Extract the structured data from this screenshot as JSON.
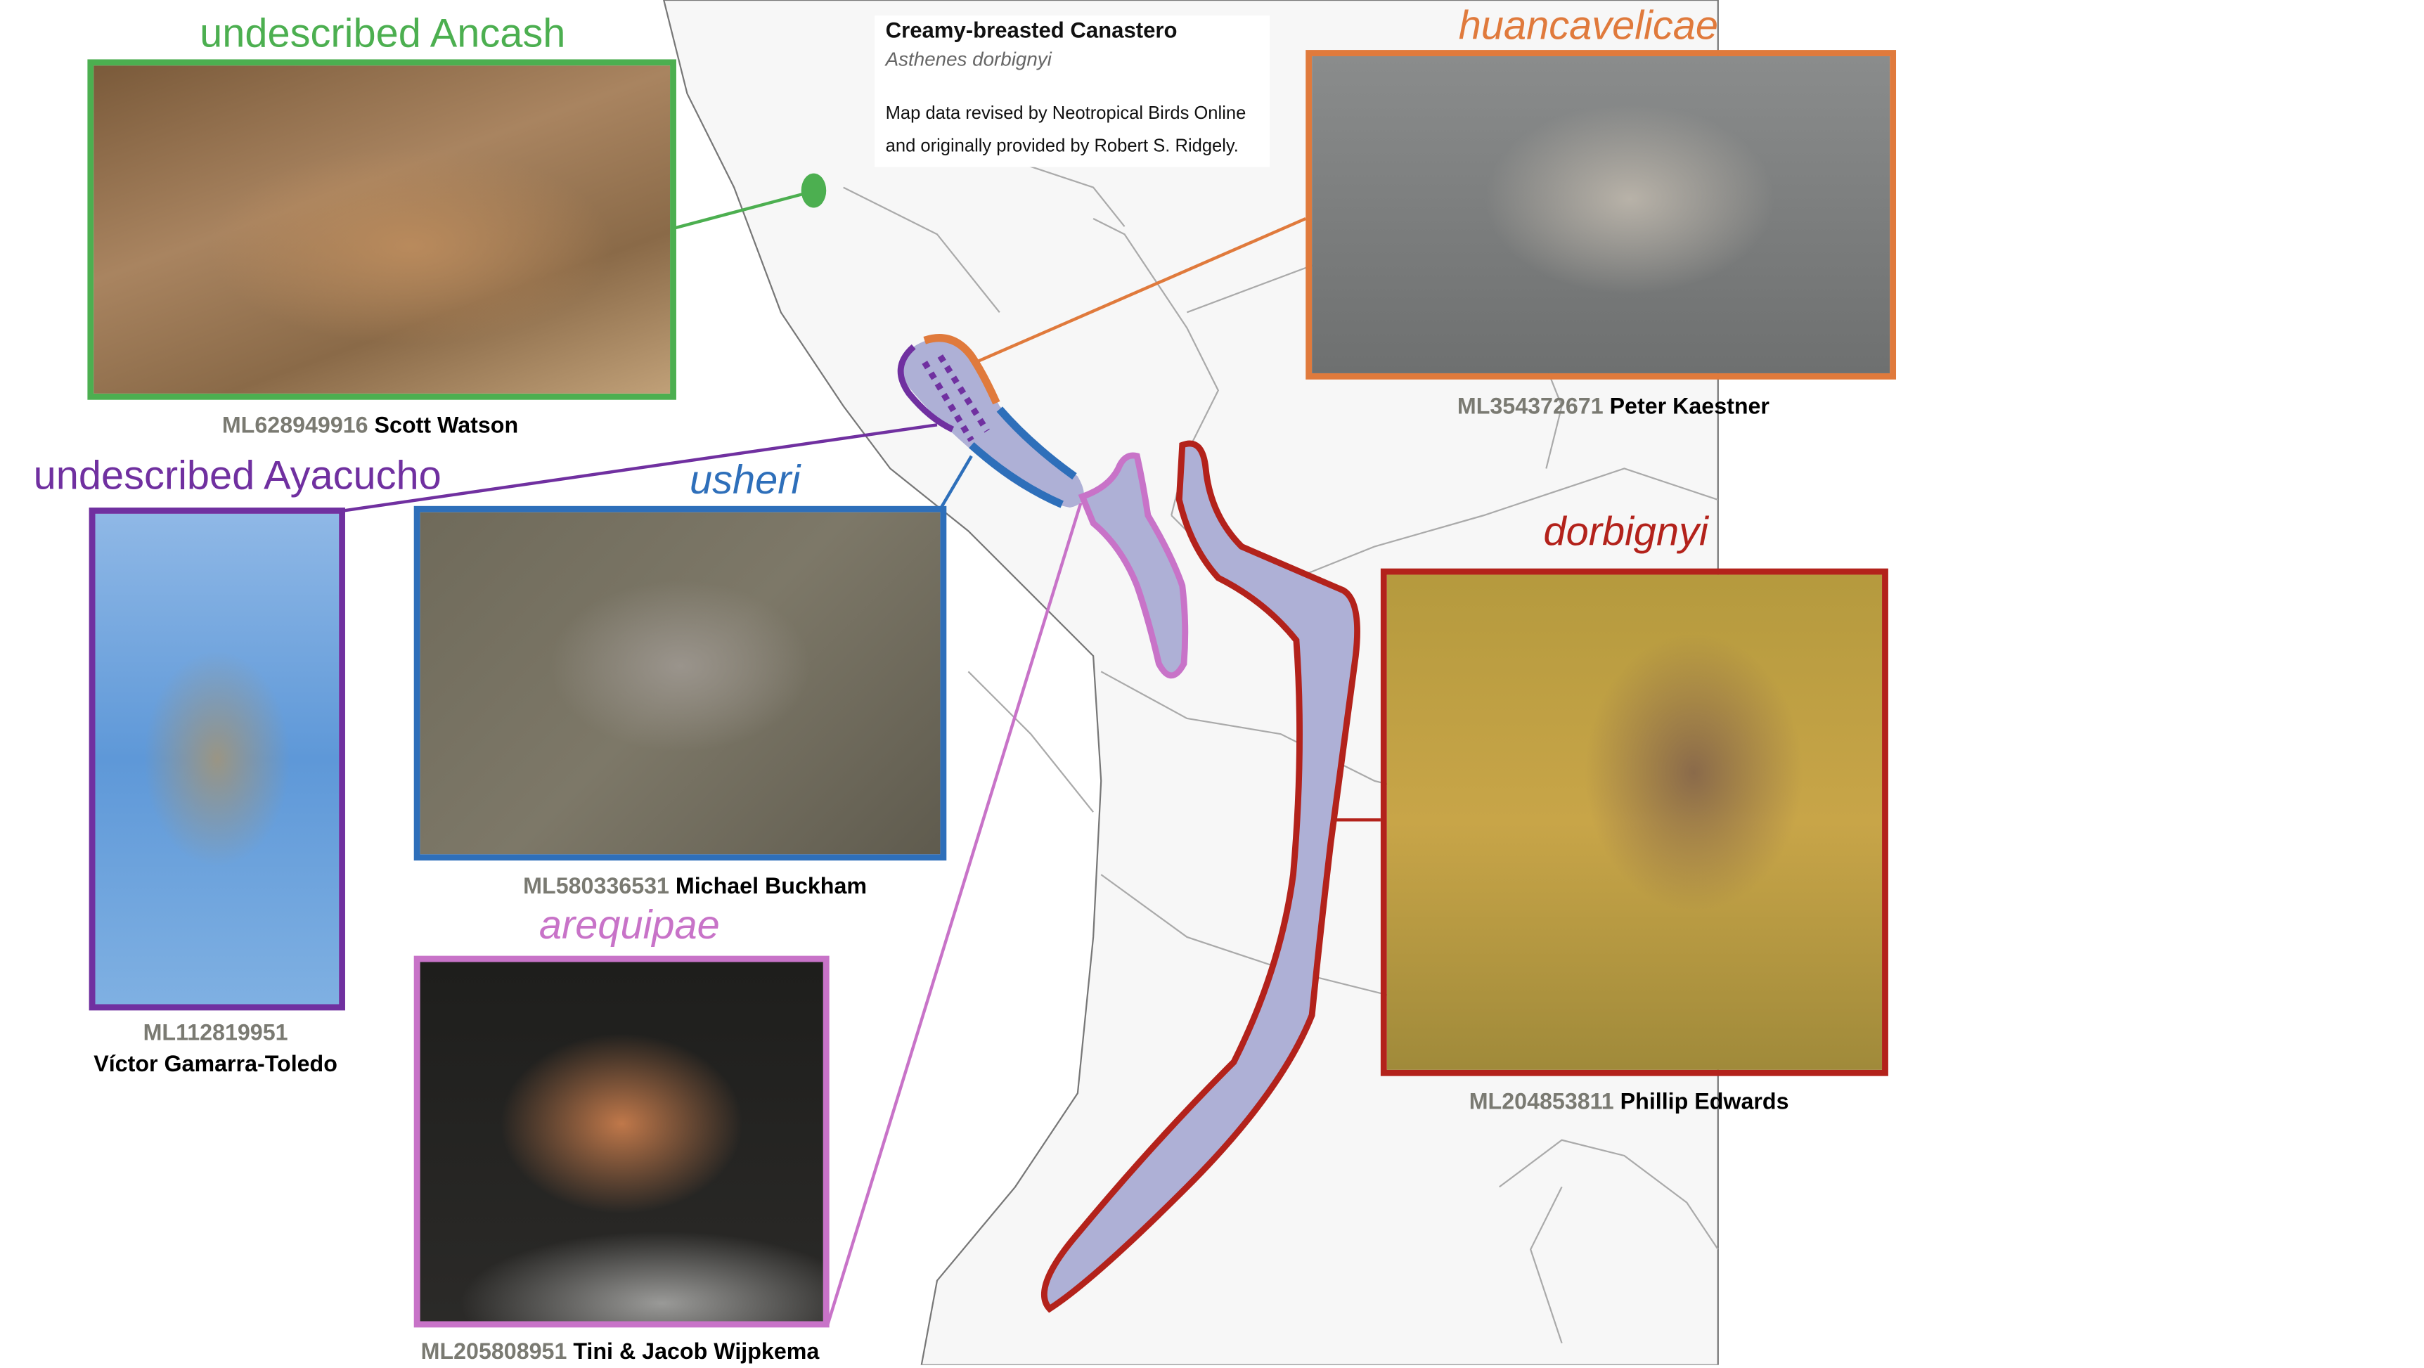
{
  "map": {
    "title": "Creamy-breasted Canastero",
    "scientific_name": "Asthenes dorbignyi",
    "note_line1": "Map data revised by Neotropical Birds Online",
    "note_line2": "and originally provided by Robert S. Ridgely."
  },
  "panels": {
    "ancash": {
      "label": "undescribed Ancash",
      "ml": "ML628949916",
      "photographer": "Scott Watson",
      "color": "#4caf50"
    },
    "ayacucho": {
      "label": "undescribed Ayacucho",
      "ml": "ML112819951",
      "photographer": "Víctor Gamarra-Toledo",
      "color": "#7030a0"
    },
    "usheri": {
      "label": "usheri",
      "ml": "ML580336531",
      "photographer": "Michael Buckham",
      "color": "#2e6fba"
    },
    "arequipae": {
      "label": "arequipae",
      "ml": "ML205808951",
      "photographer": "Tini & Jacob Wijpkema",
      "color": "#c873c8"
    },
    "huancavelicae": {
      "label": "huancavelicae",
      "ml": "ML354372671",
      "photographer": "Peter Kaestner",
      "color": "#e07a3c"
    },
    "dorbignyi": {
      "label": "dorbignyi",
      "ml": "ML204853811",
      "photographer": "Phillip Edwards",
      "color": "#b3221b"
    }
  },
  "range_fill": "#aeb0d6"
}
